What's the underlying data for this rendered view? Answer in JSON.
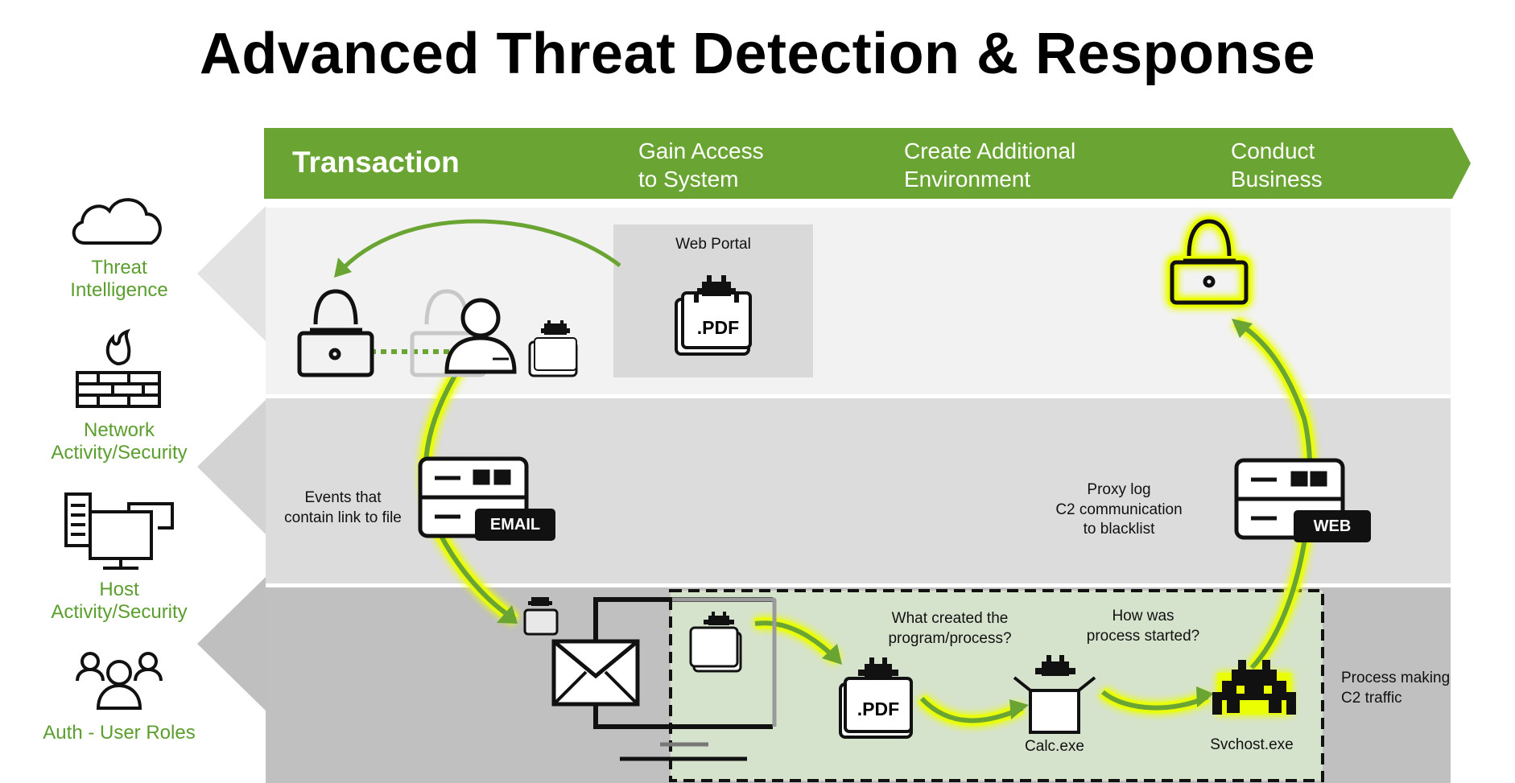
{
  "title": "Advanced Threat Detection & Response",
  "stages": {
    "transaction": "Transaction",
    "gain_access": [
      "Gain Access",
      "to System"
    ],
    "create_env": [
      "Create Additional",
      "Environment"
    ],
    "conduct": [
      "Conduct",
      "Business"
    ]
  },
  "side_labels": {
    "threat_intel": [
      "Threat",
      "Intelligence"
    ],
    "network": [
      "Network",
      "Activity/Security"
    ],
    "host": [
      "Host",
      "Activity/Security"
    ],
    "auth": "Auth - User Roles"
  },
  "lane1": {
    "web_portal": "Web Portal",
    "pdf": ".PDF"
  },
  "lane2": {
    "events": [
      "Events that",
      "contain link to file"
    ],
    "email_tag": "EMAIL",
    "proxy": [
      "Proxy log",
      "C2 communication",
      "to blacklist"
    ],
    "web_tag": "WEB"
  },
  "lane3": {
    "what_created": [
      "What created the",
      "program/process?"
    ],
    "how_started": [
      "How was",
      "process started?"
    ],
    "pdf": ".PDF",
    "calc": "Calc.exe",
    "svchost": "Svchost.exe",
    "process_c2": [
      "Process making",
      "C2 traffic"
    ]
  },
  "colors": {
    "green": "#6aa533",
    "side_green": "#5b9e2d",
    "highlight": "#f0ff00",
    "lane1": "#f2f2f2",
    "lane2": "#dcdcdc",
    "lane3": "#c0c0c0",
    "box_green": "#d6e3cc"
  }
}
